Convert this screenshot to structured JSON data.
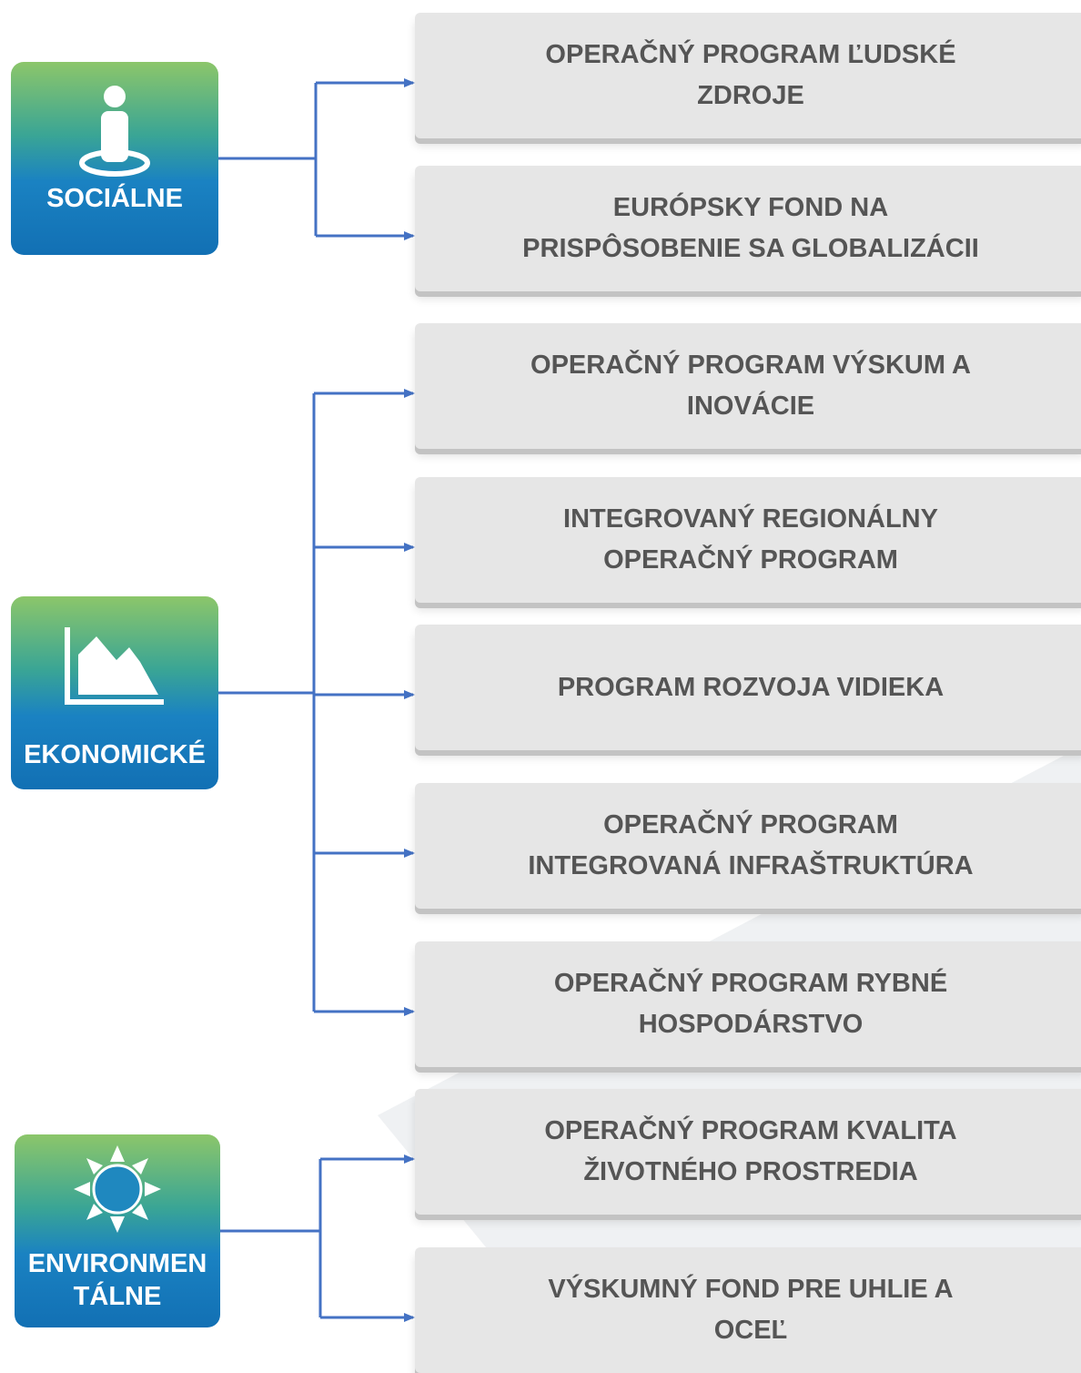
{
  "colors": {
    "connector": "#4472c4",
    "category_gradient_top": "#8cc66a",
    "category_gradient_bottom": "#1270b4",
    "program_box": "#e6e6e6",
    "program_text": "#555555"
  },
  "categories": [
    {
      "id": "socialne",
      "label": "SOCIÁLNE",
      "icon": "person-icon"
    },
    {
      "id": "ekonomicke",
      "label": "EKONOMICKÉ",
      "icon": "area-chart-icon"
    },
    {
      "id": "environmentalne",
      "label": "ENVIRONMEN\nTÁLNE",
      "icon": "sun-icon"
    }
  ],
  "programs": [
    {
      "label": "OPERAČNÝ PROGRAM ĽUDSKÉ\nZDROJE",
      "category": "socialne"
    },
    {
      "label": "EURÓPSKY FOND NA\nPRISPÔSOBENIE SA GLOBALIZÁCII",
      "category": "socialne"
    },
    {
      "label": "OPERAČNÝ PROGRAM VÝSKUM A\nINOVÁCIE",
      "category": "ekonomicke"
    },
    {
      "label": "INTEGROVANÝ REGIONÁLNY\nOPERAČNÝ PROGRAM",
      "category": "ekonomicke"
    },
    {
      "label": "PROGRAM ROZVOJA VIDIEKA",
      "category": "ekonomicke"
    },
    {
      "label": "OPERAČNÝ PROGRAM\nINTEGROVANÁ INFRAŠTRUKTÚRA",
      "category": "ekonomicke"
    },
    {
      "label": "OPERAČNÝ PROGRAM RYBNÉ\nHOSPODÁRSTVO",
      "category": "ekonomicke"
    },
    {
      "label": "OPERAČNÝ PROGRAM KVALITA\nŽIVOTNÉHO PROSTREDIA",
      "category": "environmentalne"
    },
    {
      "label": "VÝSKUMNÝ FOND PRE UHLIE A\nOCEĽ",
      "category": "environmentalne"
    }
  ]
}
